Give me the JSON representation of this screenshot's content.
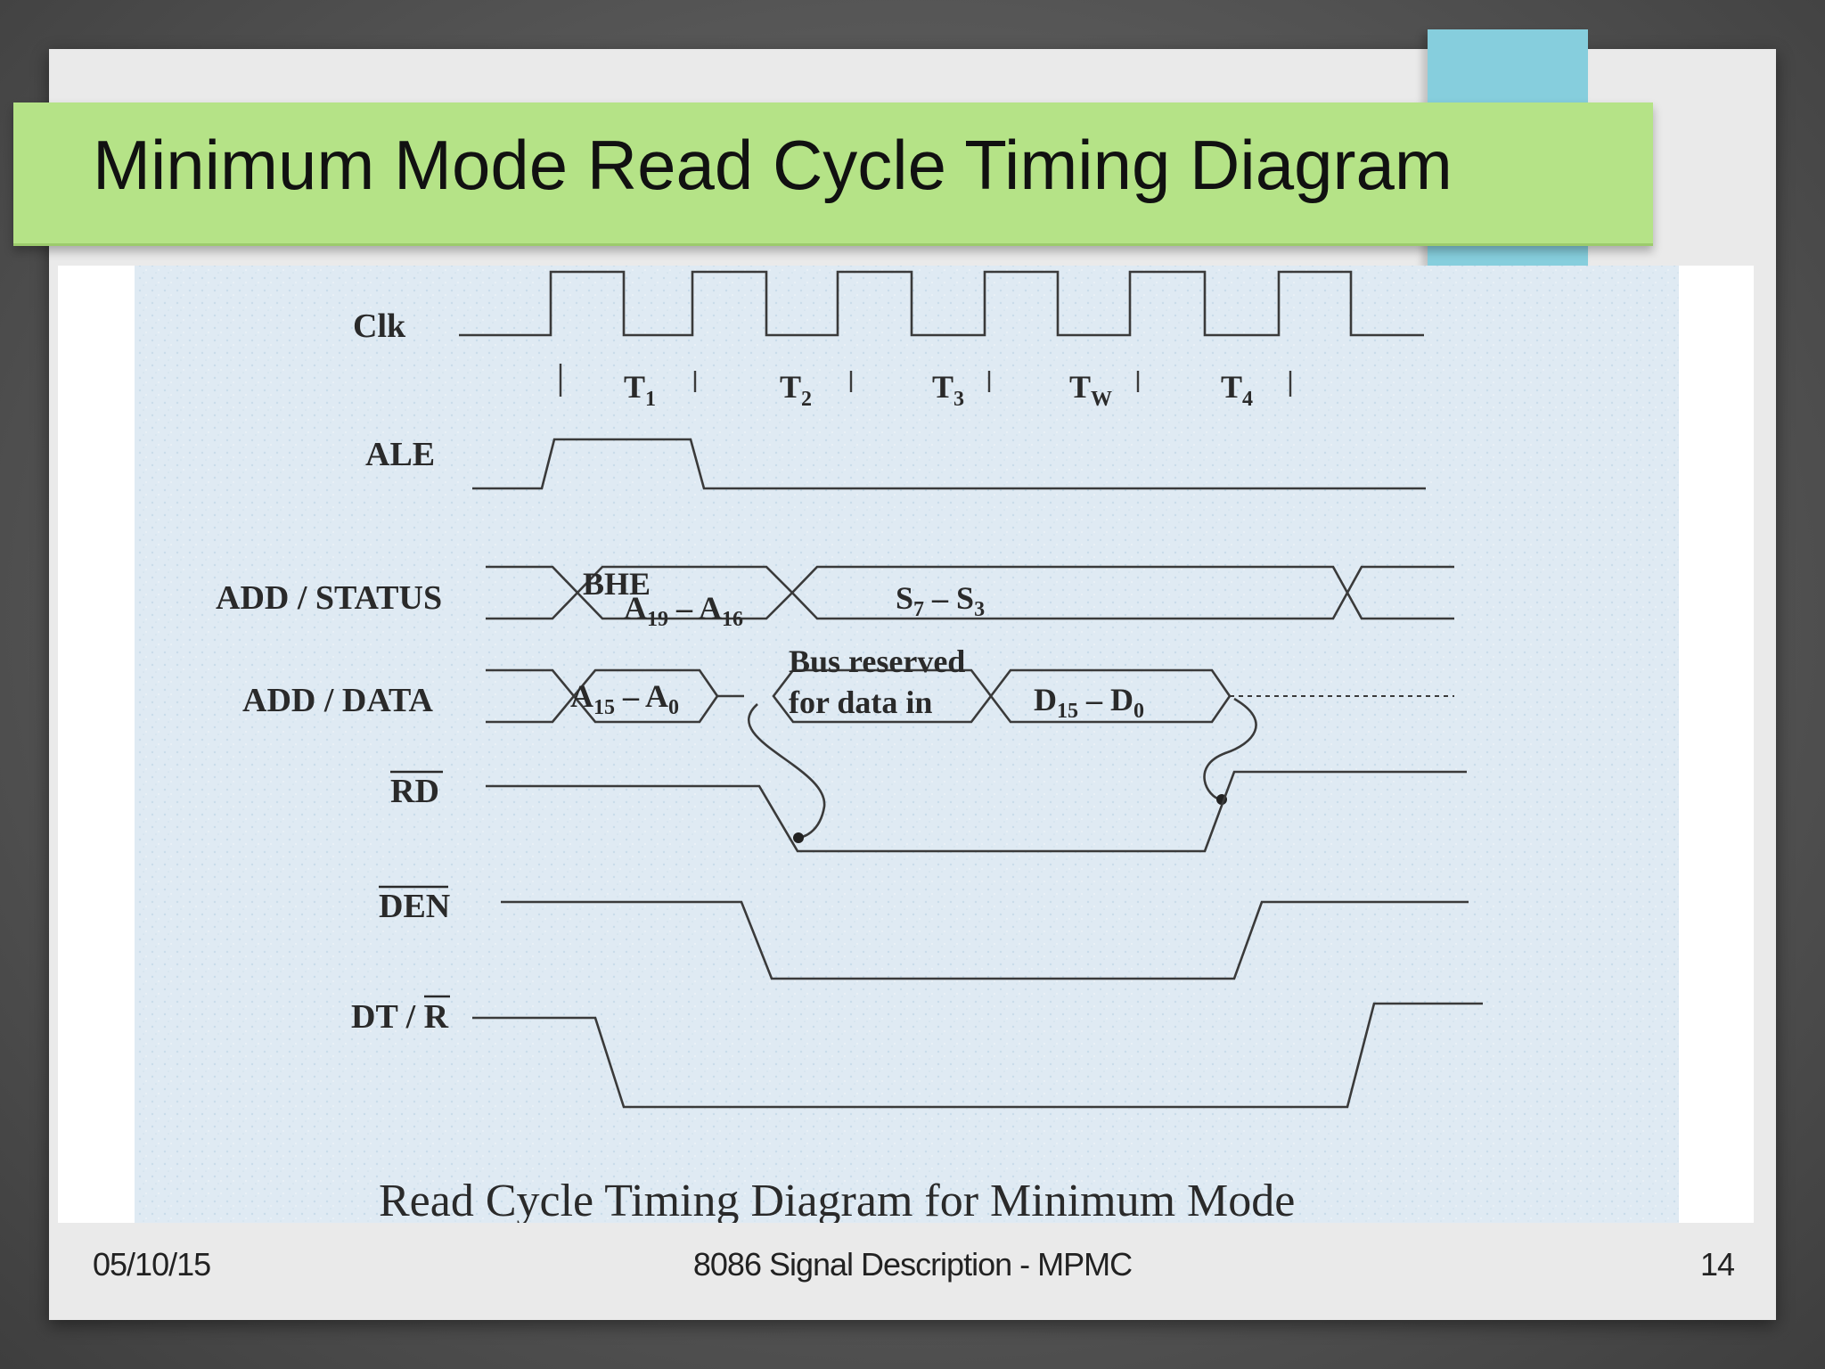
{
  "slide": {
    "title": "Minimum Mode Read Cycle Timing Diagram",
    "footer": {
      "date": "05/10/15",
      "center": "8086 Signal Description - MPMC",
      "page": "14"
    }
  },
  "diagram": {
    "signals": {
      "clk": "Clk",
      "ale": "ALE",
      "add_status": "ADD / STATUS",
      "add_data": "ADD / DATA",
      "rd": "RD",
      "den": "DEN",
      "dt": "DT / ",
      "dt_bar": "R"
    },
    "states": [
      {
        "main": "T",
        "sub": "1"
      },
      {
        "main": "T",
        "sub": "2"
      },
      {
        "main": "T",
        "sub": "3"
      },
      {
        "main": "T",
        "sub": "W"
      },
      {
        "main": "T",
        "sub": "4"
      }
    ],
    "add_status": {
      "bhe": "BHE",
      "addr_a": "A",
      "addr_a_sub": "19",
      "addr_dash": " – A",
      "addr_b_sub": "16",
      "status_a": "S",
      "status_a_sub": "7",
      "status_dash": " – S",
      "status_b_sub": "3"
    },
    "add_data": {
      "addr_a": "A",
      "addr_a_sub": "15",
      "addr_dash": " – A",
      "addr_b_sub": "0",
      "bus_line1": "Bus reserved",
      "bus_line2": "for data in",
      "data_a": "D",
      "data_a_sub": "15",
      "data_dash": " – D",
      "data_b_sub": "0"
    },
    "caption": "Read Cycle Timing Diagram for Minimum Mode"
  }
}
